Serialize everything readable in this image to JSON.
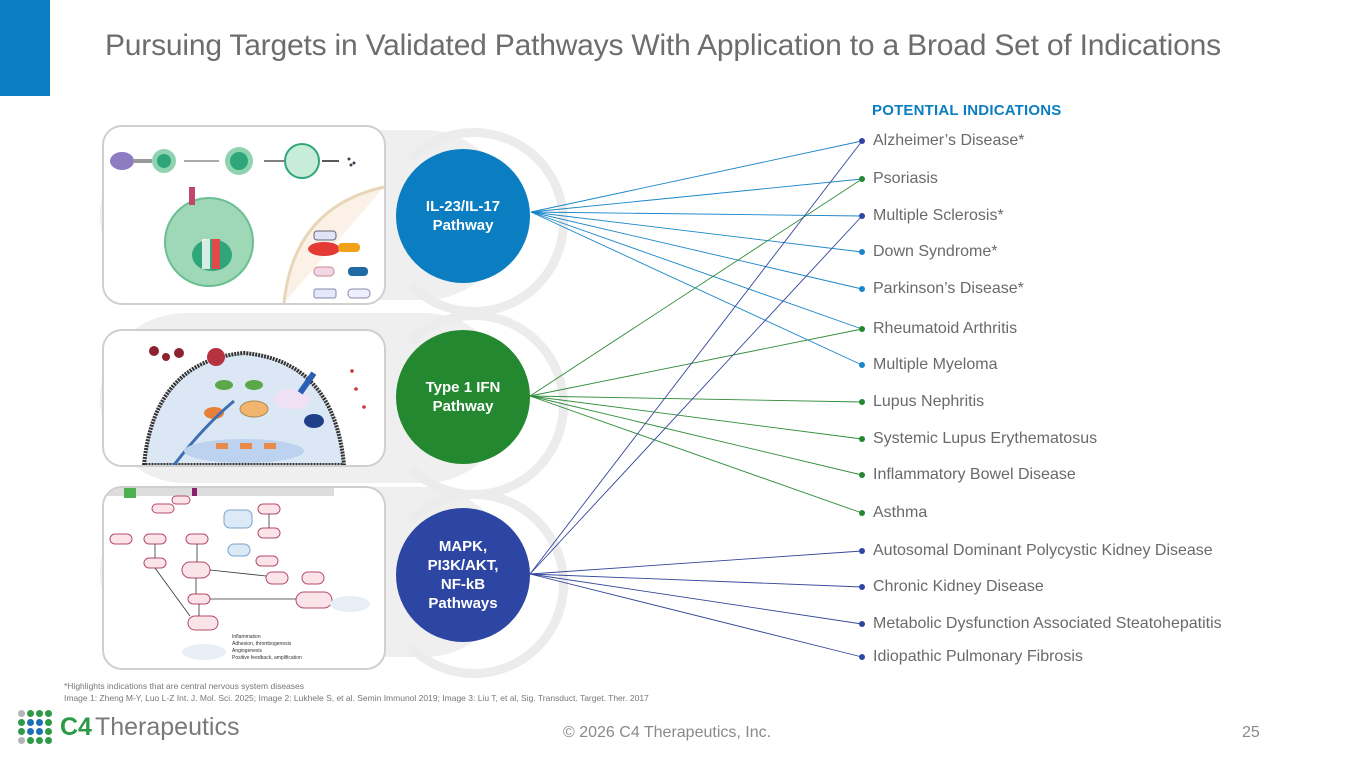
{
  "slide": {
    "title": "Pursuing Targets in Validated Pathways With Application to a Broad Set of Indications",
    "accent_color": "#0b7dc1"
  },
  "pathways": [
    {
      "id": "il23",
      "label": "IL-23/IL-17\nPathway",
      "color": "#0b7dc1",
      "line_color": "#1a86c8",
      "image_caption": "IL-23/IL-17 Th17 cell signaling diagram"
    },
    {
      "id": "ifn",
      "label": "Type 1 IFN\nPathway",
      "color": "#23882f",
      "line_color": "#2f8c3a",
      "image_caption": "Type 1 IFN signaling diagram"
    },
    {
      "id": "mapk",
      "label": "MAPK,\nPI3K/AKT,\nNF-kB\nPathways",
      "color": "#2e46a3",
      "line_color": "#34469a",
      "image_caption": "MAPK, PI3K/AKT, NF-kB signaling diagram"
    }
  ],
  "indications_heading": "POTENTIAL INDICATIONS",
  "indications": [
    {
      "label": "Alzheimer’s Disease*",
      "dot_color": "#2e46a3"
    },
    {
      "label": "Psoriasis",
      "dot_color": "#23882f"
    },
    {
      "label": "Multiple Sclerosis*",
      "dot_color": "#2e46a3"
    },
    {
      "label": "Down Syndrome*",
      "dot_color": "#1a86c8"
    },
    {
      "label": "Parkinson’s Disease*",
      "dot_color": "#1a86c8"
    },
    {
      "label": "Rheumatoid Arthritis",
      "dot_color": "#23882f"
    },
    {
      "label": "Multiple Myeloma",
      "dot_color": "#1a86c8"
    },
    {
      "label": "Lupus Nephritis",
      "dot_color": "#23882f"
    },
    {
      "label": "Systemic Lupus Erythematosus",
      "dot_color": "#23882f"
    },
    {
      "label": "Inflammatory Bowel Disease",
      "dot_color": "#23882f"
    },
    {
      "label": "Asthma",
      "dot_color": "#23882f"
    },
    {
      "label": "Autosomal Dominant Polycystic Kidney Disease",
      "dot_color": "#2e46a3"
    },
    {
      "label": "Chronic Kidney Disease",
      "dot_color": "#2e46a3"
    },
    {
      "label": "Metabolic Dysfunction Associated Steatohepatitis",
      "dot_color": "#2e46a3"
    },
    {
      "label": "Idiopathic Pulmonary Fibrosis",
      "dot_color": "#2e46a3"
    }
  ],
  "connections": [
    {
      "from": "il23",
      "to": [
        0,
        1,
        2,
        3,
        4,
        5,
        6
      ]
    },
    {
      "from": "ifn",
      "to": [
        1,
        5,
        7,
        8,
        9,
        10
      ]
    },
    {
      "from": "mapk",
      "to": [
        0,
        2,
        11,
        12,
        13,
        14
      ]
    }
  ],
  "footnotes": {
    "cns_note": "*Highlights indications that are central nervous system diseases",
    "sources": "Image 1: Zheng M-Y, Luo L-Z Int. J. Mol. Sci. 2025; Image 2: Lukhele S, et al. Semin Immunol 2019; Image 3: Liu T, et al, Sig. Transduct. Target. Ther. 2017"
  },
  "footer": {
    "logo_mark": "C4",
    "logo_name": "Therapeutics",
    "copyright": "© 2026 C4 Therapeutics, Inc.",
    "page_number": "25"
  }
}
